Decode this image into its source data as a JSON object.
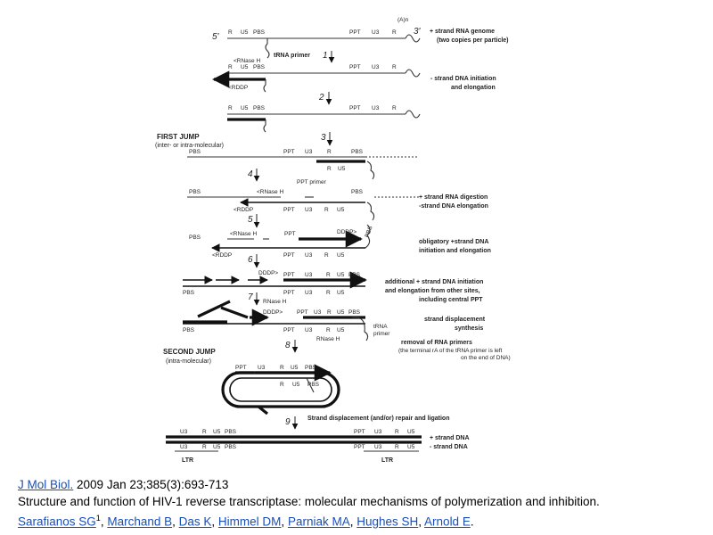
{
  "diagram": {
    "row1": {
      "five_prime": "5'",
      "r": "R",
      "u5": "U5",
      "pbs": "PBS",
      "ppt": "PPT",
      "u3": "U3",
      "r_end": "R",
      "poly_a": "(A)n",
      "three_prime": "3'",
      "trna": "tRNA primer",
      "note_1": "+ strand RNA genome",
      "note_2": "(two copies per particle)"
    },
    "row2": {
      "r": "R",
      "u5": "U5",
      "pbs": "PBS",
      "rnase": "<RNase H",
      "rddp": "<RDDP",
      "ppt": "PPT",
      "u3": "U3",
      "r_end": "R",
      "note_1": "- strand DNA initiation",
      "note_2": "and elongation"
    },
    "row3": {
      "r": "R",
      "u5": "U5",
      "pbs": "PBS",
      "ppt": "PPT",
      "u3": "U3",
      "r_end": "R"
    },
    "first_jump": {
      "title": "FIRST JUMP",
      "sub": "(inter- or intra-molecular)"
    },
    "row4": {
      "pbs": "PBS",
      "ppt": "PPT",
      "u3": "U3",
      "r": "R",
      "pbs_r": "PBS",
      "r_b": "R",
      "u5_b": "U5"
    },
    "row5": {
      "ppt_primer": "PPT primer",
      "pbs": "PBS",
      "rnase": "<RNase H",
      "pbs_r": "PBS",
      "rddp": "<RDDP",
      "ppt": "PPT",
      "u3": "U3",
      "r": "R",
      "u5": "U5",
      "note_1": "+ strand RNA digestion",
      "note_2": "-strand DNA elongation"
    },
    "row6": {
      "pbs": "PBS",
      "rnase": "<RNase H",
      "ppt": "PPT",
      "dddp": "DDDP>",
      "pbs_r": "PBS",
      "rddp": "<RDDP",
      "ppt_b": "PPT",
      "u3": "U3",
      "r": "R",
      "u5": "U5",
      "note_1": "obligatory +strand DNA",
      "note_2": "initiation and elongation"
    },
    "row7": {
      "dddp": "DDDP>",
      "ppt": "PPT",
      "u3": "U3",
      "r": "R",
      "u5": "U5",
      "pbs": "PBS",
      "pbs_l": "PBS",
      "ppt_b": "PPT",
      "u3_b": "U3",
      "r_b": "R",
      "u5_b": "U5",
      "note_1": "additional + strand DNA initiation",
      "note_2": "and elongation from other sites,",
      "note_3": "including central PPT"
    },
    "row8": {
      "rnase": "RNase H",
      "dddp": "DDDP>",
      "ppt": "PPT",
      "u3": "U3",
      "r": "R",
      "u5": "U5",
      "pbs": "PBS",
      "pbs_l": "PBS",
      "ppt_b": "PPT",
      "u3_b": "U3",
      "r_b": "R",
      "u5_b": "U5",
      "rnase_b": "RNase H",
      "trna_1": "tRNA",
      "trna_2": "primer",
      "note_1": "strand displacement",
      "note_2": "synthesis",
      "note_3": "removal of RNA primers",
      "note_4": "(the terminal rA of the tRNA primer is left",
      "note_5": "on the end of DNA)"
    },
    "second_jump": {
      "title": "SECOND JUMP",
      "sub": "(intra-molecular)"
    },
    "circle": {
      "ppt": "PPT",
      "u3": "U3",
      "r": "R",
      "u5": "U5",
      "pbs": "PBS",
      "r_in": "R",
      "u5_in": "U5",
      "pbs_in": "PBS"
    },
    "row9": {
      "note": "Strand displacement (and/or) repair and ligation"
    },
    "final": {
      "u3": "U3",
      "r": "R",
      "u5": "U5",
      "pbs": "PBS",
      "ppt": "PPT",
      "u3_r": "U3",
      "r_r": "R",
      "u5_r": "U5",
      "u3_b": "U3",
      "r_b": "R",
      "u5_b": "U5",
      "pbs_b": "PBS",
      "ppt_b": "PPT",
      "u3_rb": "U3",
      "r_rb": "R",
      "u5_rb": "U5",
      "plus": "+ strand DNA",
      "minus": "- strand DNA",
      "ltr_l": "LTR",
      "ltr_r": "LTR"
    },
    "steps": [
      "1",
      "2",
      "3",
      "4",
      "5",
      "6",
      "7",
      "8",
      "9"
    ]
  },
  "citation": {
    "journal": "J Mol Biol.",
    "ref": " 2009 Jan 23;385(3):693-713",
    "title": "Structure and function of HIV-1 reverse transcriptase: molecular mechanisms of polymerization and inhibition.",
    "authors": [
      "Sarafianos SG",
      "Marchand B",
      "Das K",
      "Himmel DM",
      "Parniak MA",
      "Hughes SH",
      "Arnold E"
    ],
    "affil_sup": "1"
  }
}
